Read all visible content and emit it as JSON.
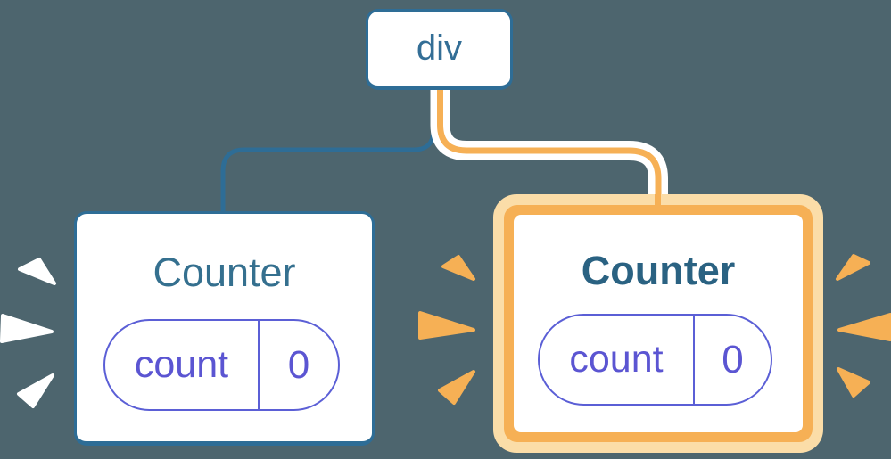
{
  "tree": {
    "root": {
      "label": "div"
    },
    "children": [
      {
        "title": "Counter",
        "highlighted": false,
        "state": {
          "name": "count",
          "value": "0"
        }
      },
      {
        "title": "Counter",
        "highlighted": true,
        "state": {
          "name": "count",
          "value": "0"
        }
      }
    ]
  },
  "icons": {
    "left_burst": "spark-burst",
    "right_inner_burst": "spark-burst",
    "right_outer_burst": "spark-burst"
  },
  "colors": {
    "background": "#4D656E",
    "steel_blue": "#2E6D96",
    "title_blue": "#35708F",
    "title_blue_bold": "#2A6282",
    "pill_indigo_border": "#5B5FD6",
    "pill_indigo_text": "#5B55D2",
    "highlight_orange": "#F6B055",
    "highlight_peach": "#FBDDA8",
    "card_white": "#FFFFFF"
  }
}
